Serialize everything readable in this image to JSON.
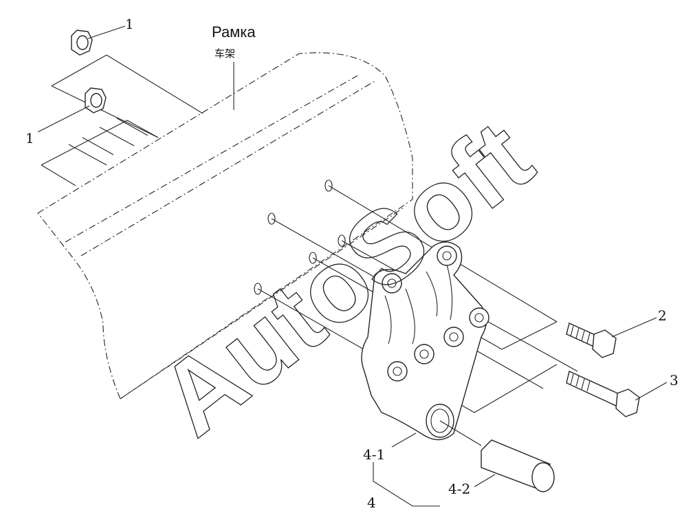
{
  "frame": {
    "label_ru": "Рамка",
    "label_cn": "车架"
  },
  "callouts": {
    "nut_top": "1",
    "nut_lower": "1",
    "bolt_short": "2",
    "bolt_long": "3",
    "bracket": "4-1",
    "sleeve": "4-2",
    "assembly": "4"
  },
  "watermark": "AutoSoft"
}
